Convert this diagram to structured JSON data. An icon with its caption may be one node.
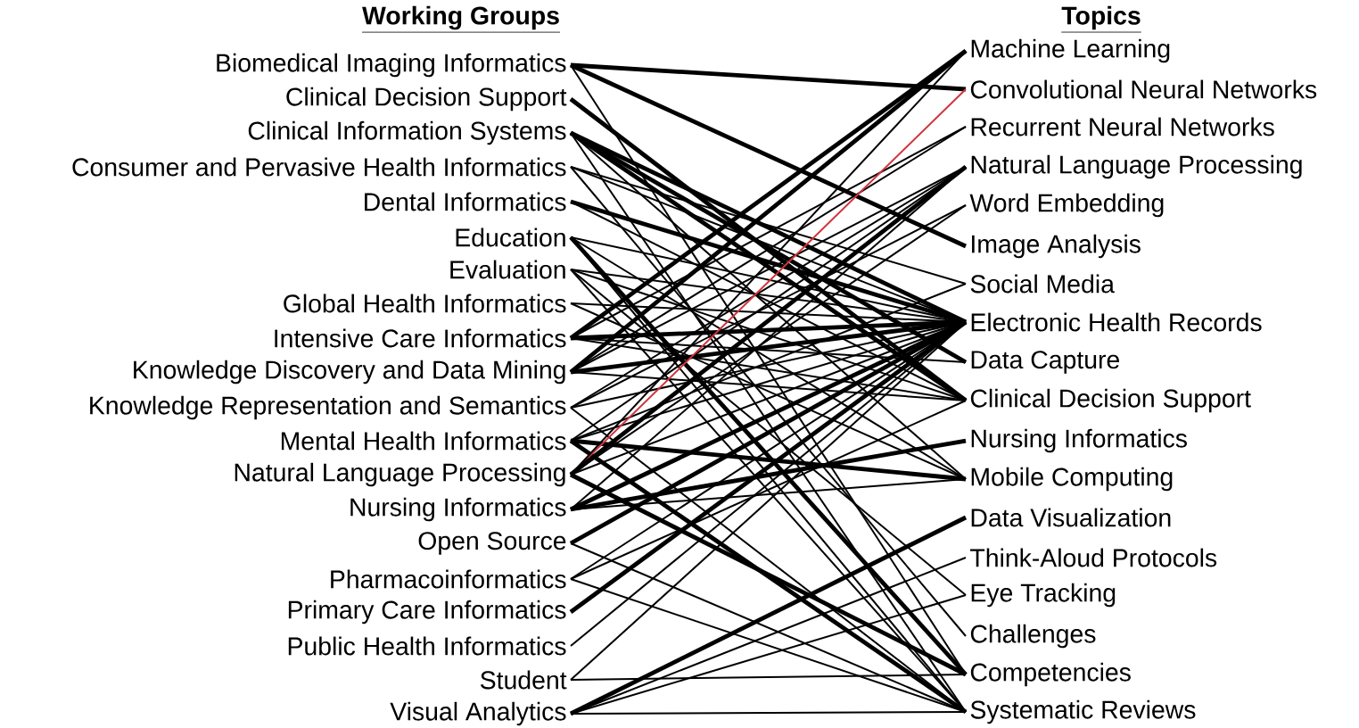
{
  "diagram": {
    "nodes": [
      {
        "text": [
          "Biomedical Imaging Informatics"
        ]
      },
      {
        "text": [
          "Clinical Decision Support"
        ]
      },
      {
        "text": [
          "Clinical Information Systems"
        ]
      },
      {
        "text": [
          "Consumer and Pervasive Health Informatics"
        ]
      },
      {
        "text": [
          "Dental Informatics"
        ]
      },
      {
        "text": [
          "Education"
        ]
      },
      {
        "text": [
          "Evaluation"
        ]
      },
      {
        "text": [
          "Global Health Informatics"
        ]
      },
      {
        "text": [
          "Intensive Care Informatics"
        ]
      },
      {
        "text": [
          "Knowledge Discovery and Data Mining"
        ]
      },
      {
        "text": [
          "Knowledge Representation and Semantics"
        ]
      },
      {
        "text": [
          "Mental Health Informatics"
        ]
      },
      {
        "text": [
          "Natural Language Processing"
        ]
      },
      {
        "text": [
          "Nursing Informatics"
        ]
      },
      {
        "text": [
          "Open Source"
        ]
      },
      {
        "text": [
          "Pharmacoinformatics"
        ]
      },
      {
        "text": [
          "Primary Care Informatics"
        ]
      },
      {
        "text": [
          "Public Health Informatics"
        ]
      },
      {
        "text": [
          "Student"
        ]
      },
      {
        "text": [
          "Visual Analytics"
        ]
      },
      {
        "text": [
          "Machine Learning"
        ]
      },
      {
        "text": [
          "Convolutional Neural Networks"
        ]
      },
      {
        "text": [
          "Recurrent Neural Networks"
        ]
      },
      {
        "text": [
          "Natural Language Processing"
        ]
      },
      {
        "text": [
          "Word Embedding"
        ]
      },
      {
        "text": [
          "Image Analysis"
        ]
      },
      {
        "text": [
          "Social Media"
        ]
      },
      {
        "text": [
          "Electronic Health Records"
        ]
      },
      {
        "text": [
          "Data Capture"
        ]
      },
      {
        "text": [
          "Clinical Decision Support"
        ]
      },
      {
        "text": [
          "Nursing Informatics"
        ]
      },
      {
        "text": [
          "Mobile Computing"
        ]
      },
      {
        "text": [
          "Data Visualization"
        ]
      },
      {
        "text": [
          "Think-Aloud Protocols"
        ]
      },
      {
        "text": [
          "Eye Tracking"
        ]
      },
      {
        "text": [
          "Challenges"
        ]
      },
      {
        "text": [
          "Competencies"
        ]
      },
      {
        "text": [
          "Systematic Reviews"
        ]
      }
    ],
    "edges": [
      {
        "from": 0,
        "to": 21,
        "arrow": "none",
        "style": "thick"
      },
      {
        "from": 0,
        "to": 25,
        "arrow": "none",
        "style": "thick"
      },
      {
        "from": 0,
        "to": 36,
        "arrow": "none"
      },
      {
        "from": 1,
        "to": 29,
        "arrow": "none",
        "style": "thick"
      },
      {
        "from": 2,
        "to": 27,
        "arrow": "none",
        "style": "thick"
      },
      {
        "from": 2,
        "to": 28,
        "arrow": "none",
        "style": "thick"
      },
      {
        "from": 2,
        "to": 29,
        "arrow": "none",
        "style": "thick"
      },
      {
        "from": 2,
        "to": 31,
        "arrow": "none"
      },
      {
        "from": 2,
        "to": 37,
        "arrow": "none"
      },
      {
        "from": 3,
        "to": 26,
        "arrow": "none"
      },
      {
        "from": 3,
        "to": 27,
        "arrow": "none"
      },
      {
        "from": 3,
        "to": 35,
        "arrow": "none"
      },
      {
        "from": 4,
        "to": 27,
        "arrow": "none",
        "style": "thick"
      },
      {
        "from": 4,
        "to": 29,
        "arrow": "none"
      },
      {
        "from": 5,
        "to": 36,
        "arrow": "none",
        "style": "thick"
      },
      {
        "from": 5,
        "to": 27,
        "arrow": "none"
      },
      {
        "from": 5,
        "to": 31,
        "arrow": "none"
      },
      {
        "from": 5,
        "to": 37,
        "arrow": "none"
      },
      {
        "from": 6,
        "to": 27,
        "arrow": "none"
      },
      {
        "from": 6,
        "to": 29,
        "arrow": "none"
      },
      {
        "from": 6,
        "to": 34,
        "arrow": "none"
      },
      {
        "from": 6,
        "to": 37,
        "arrow": "none"
      },
      {
        "from": 7,
        "to": 27,
        "arrow": "none"
      },
      {
        "from": 7,
        "to": 31,
        "arrow": "none"
      },
      {
        "from": 8,
        "to": 20,
        "arrow": "none",
        "style": "thick"
      },
      {
        "from": 8,
        "to": 27,
        "arrow": "none",
        "style": "thick"
      },
      {
        "from": 8,
        "to": 22,
        "arrow": "none"
      },
      {
        "from": 8,
        "to": 28,
        "arrow": "none"
      },
      {
        "from": 8,
        "to": 29,
        "arrow": "none"
      },
      {
        "from": 9,
        "to": 20,
        "arrow": "none",
        "style": "thick"
      },
      {
        "from": 9,
        "to": 27,
        "arrow": "none",
        "style": "thick"
      },
      {
        "from": 9,
        "to": 22,
        "arrow": "none"
      },
      {
        "from": 9,
        "to": 23,
        "arrow": "none"
      },
      {
        "from": 9,
        "to": 29,
        "arrow": "none"
      },
      {
        "from": 10,
        "to": 23,
        "arrow": "none"
      },
      {
        "from": 10,
        "to": 24,
        "arrow": "none"
      },
      {
        "from": 10,
        "to": 27,
        "arrow": "none"
      },
      {
        "from": 10,
        "to": 37,
        "arrow": "none"
      },
      {
        "from": 11,
        "to": 31,
        "arrow": "none",
        "style": "thick"
      },
      {
        "from": 11,
        "to": 37,
        "arrow": "none",
        "style": "thick"
      },
      {
        "from": 11,
        "to": 23,
        "arrow": "none"
      },
      {
        "from": 11,
        "to": 27,
        "arrow": "none"
      },
      {
        "from": 11,
        "to": 26,
        "arrow": "none"
      },
      {
        "from": 12,
        "to": 21,
        "arrow": "none",
        "color": "#d0343c"
      },
      {
        "from": 12,
        "to": 23,
        "arrow": "none",
        "style": "thick"
      },
      {
        "from": 12,
        "to": 20,
        "arrow": "none"
      },
      {
        "from": 12,
        "to": 24,
        "arrow": "none"
      },
      {
        "from": 12,
        "to": 27,
        "arrow": "none"
      },
      {
        "from": 12,
        "to": 36,
        "arrow": "none",
        "style": "thick"
      },
      {
        "from": 13,
        "to": 30,
        "arrow": "none",
        "style": "thick"
      },
      {
        "from": 13,
        "to": 27,
        "arrow": "none",
        "style": "thick"
      },
      {
        "from": 13,
        "to": 23,
        "arrow": "none"
      },
      {
        "from": 13,
        "to": 31,
        "arrow": "none"
      },
      {
        "from": 14,
        "to": 27,
        "arrow": "none",
        "style": "thick"
      },
      {
        "from": 14,
        "to": 37,
        "arrow": "none"
      },
      {
        "from": 15,
        "to": 27,
        "arrow": "none"
      },
      {
        "from": 15,
        "to": 29,
        "arrow": "none"
      },
      {
        "from": 15,
        "to": 37,
        "arrow": "none"
      },
      {
        "from": 16,
        "to": 27,
        "arrow": "none",
        "style": "thick"
      },
      {
        "from": 17,
        "to": 27,
        "arrow": "none"
      },
      {
        "from": 18,
        "to": 36,
        "arrow": "none"
      },
      {
        "from": 18,
        "to": 27,
        "arrow": "none"
      },
      {
        "from": 19,
        "to": 32,
        "arrow": "none",
        "style": "thick"
      },
      {
        "from": 19,
        "to": 33,
        "arrow": "none"
      },
      {
        "from": 19,
        "to": 34,
        "arrow": "none"
      },
      {
        "from": 19,
        "to": 37,
        "arrow": "none"
      }
    ],
    "labels": [
      "Working Groups",
      "Topics"
    ]
  }
}
